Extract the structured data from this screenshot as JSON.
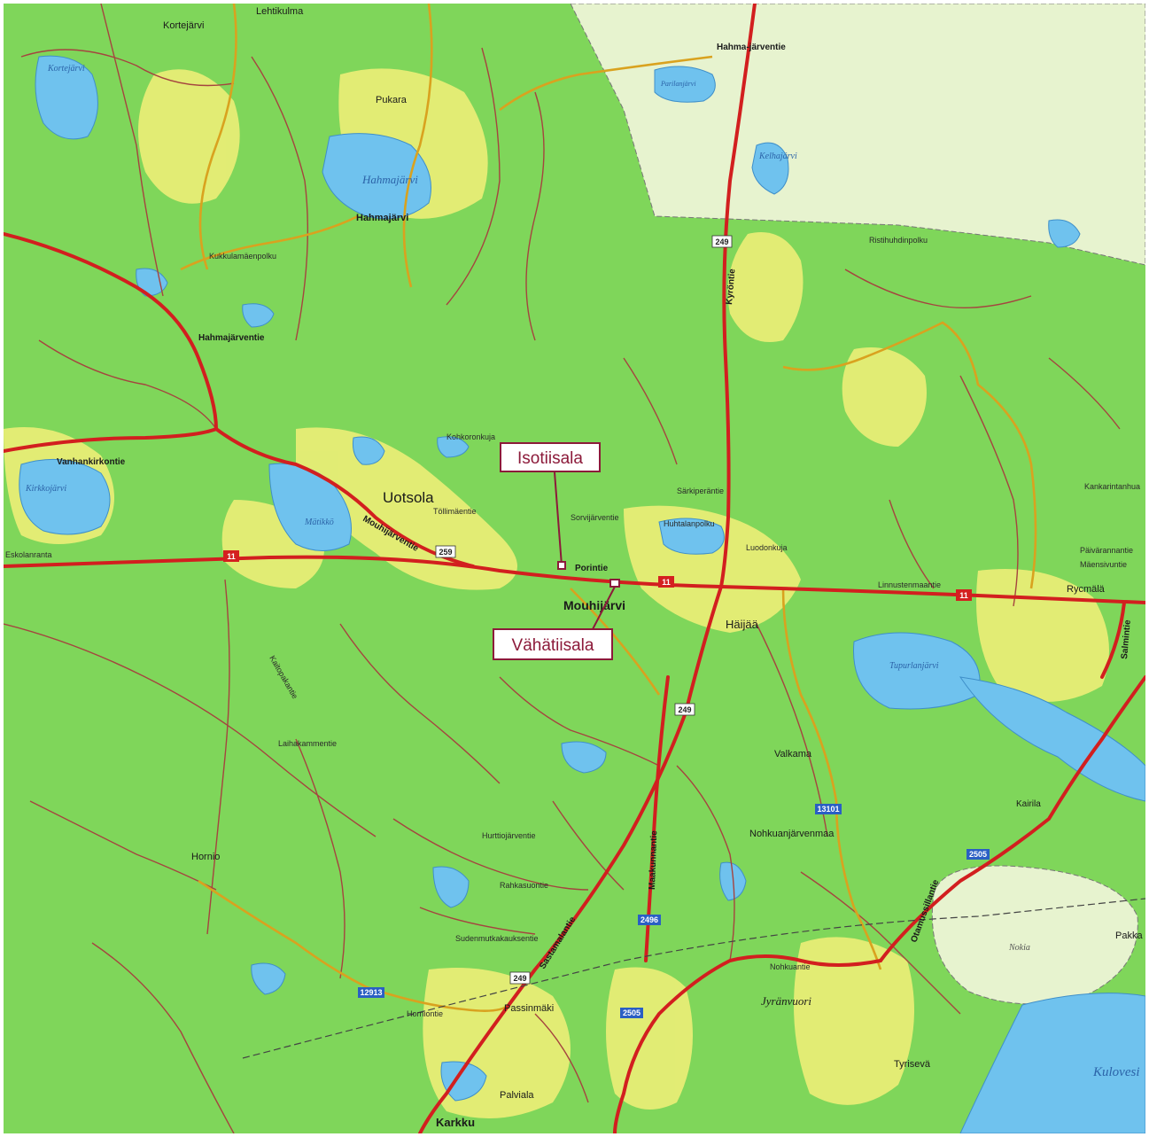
{
  "map": {
    "markers": [
      {
        "label": "Isotiisala"
      },
      {
        "label": "Vähätiisala"
      }
    ],
    "places": {
      "uotsola": "Uotsola",
      "mouhijarvi": "Mouhijärvi",
      "haijaa": "Häijää",
      "valkama": "Valkama",
      "hornio": "Hornio",
      "karkku": "Karkku",
      "passinmaki": "Passinmäki",
      "palviala": "Palviala",
      "tyriseva": "Tyrisevä",
      "kairila": "Kairila",
      "rycmala": "Rycmälä",
      "pukara": "Pukara",
      "hahmajarvi_town": "Hahmajärvi",
      "kortejarvi_town": "Kortejärvi",
      "lehtikulma": "Lehtikulma",
      "nohkuanjarvenmaa": "Nohkuanjärvenmaa",
      "jyranvuori": "Jyränvuori",
      "pakka": "Pakka",
      "nokia": "Nokia"
    },
    "lakes": {
      "hahmajarvi": "Hahmajärvi",
      "kortejarvi": "Kortejärvi",
      "kirkkojarvi": "Kirkkojärvi",
      "matikko": "Mätikkö",
      "tupurlanjarvi": "Tupurlanjärvi",
      "kelhajarvi": "Kelhajärvi",
      "kulovesi": "Kulovesi",
      "parilanjarvi": "Parilanjärvi"
    },
    "roads": {
      "hahmajarventie": "Hahmajärventie",
      "hahmajarventie_top": "Hahma-järventie",
      "kyrontie": "Kyröntie",
      "mouhijarventie": "Mouhijärventie",
      "vanhankirkontie": "Vanhankirkontie",
      "porintie": "Porintie",
      "sastamalantie": "Sastamalantie",
      "maakunnantie": "Maakunnantie",
      "otamussillantie": "Otamussillantie",
      "nohkuantie": "Nohkuantie",
      "salmintie": "Salmintie",
      "kukkulamaenpolku": "Kukkulamäenpolku",
      "sarkiperantie": "Särkiperäntie",
      "huhtalanpolku": "Huhtalanpolku",
      "luodonkuja": "Luodonkuja",
      "linnustenmaantie": "Linnustenmaantie",
      "horniontie": "Horniontie",
      "rahkasuontie": "Rahkasuontie",
      "sudenmutkakauksentie": "Sudenmutkakauksentie",
      "hurttiojarventie": "Hurttiojärventie",
      "tollimaentie": "Töllimäentie",
      "sorvijarventie": "Sorvijärventie",
      "vanha_kanta": "Kohkoronkuja",
      "paivarannantie": "Päivärannantie",
      "maensivuntie": "Mäensivuntie",
      "kankarintanhua": "Kankarintanhua",
      "ristihuhdinpolku": "Ristihuhdinpolku",
      "eskolanranta": "Eskolanranta",
      "laihakammentie": "Laihakammentie",
      "kaitopakantie": "Kaitopakantie"
    },
    "route_numbers": {
      "r11_a": "11",
      "r11_b": "11",
      "r11_c": "11",
      "r249_a": "249",
      "r249_b": "249",
      "r249_c": "249",
      "r259": "259",
      "r2496": "2496",
      "r2505": "2505",
      "r2505b": "2505",
      "r12913": "12913",
      "r13101": "13101"
    }
  }
}
